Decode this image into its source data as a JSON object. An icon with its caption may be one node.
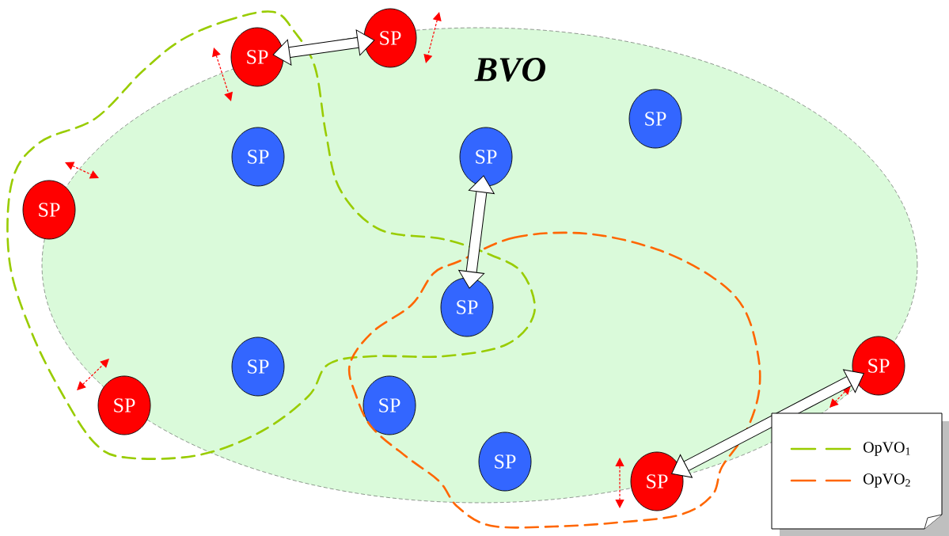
{
  "diagram": {
    "nodes": [
      {
        "text": [
          "BVO"
        ]
      },
      {
        "text": [
          "SP"
        ]
      },
      {
        "text": [
          "SP"
        ]
      },
      {
        "text": [
          "SP"
        ],
        "in": 0
      },
      {
        "text": [
          "SP"
        ],
        "in": 0
      },
      {
        "text": [
          "SP"
        ],
        "in": 0
      },
      {
        "text": [
          "SP"
        ]
      },
      {
        "text": [
          "SP"
        ],
        "in": 0
      },
      {
        "text": [
          "SP"
        ],
        "in": 0
      },
      {
        "text": [
          "SP"
        ]
      },
      {
        "text": [
          "SP"
        ]
      },
      {
        "text": [
          "SP"
        ],
        "in": 0
      },
      {
        "text": [
          "SP"
        ],
        "in": 0
      },
      {
        "text": [
          "SP"
        ]
      }
    ],
    "edges": [
      {
        "from": 1,
        "to": 2,
        "arrow": "both"
      },
      {
        "from": 5,
        "to": 7,
        "arrow": "both"
      },
      {
        "from": 13,
        "to": 9,
        "arrow": "both"
      }
    ],
    "legend": [
      {
        "text": "OpVO$_{1}$"
      },
      {
        "text": "OpVO$_{2}$"
      }
    ]
  }
}
